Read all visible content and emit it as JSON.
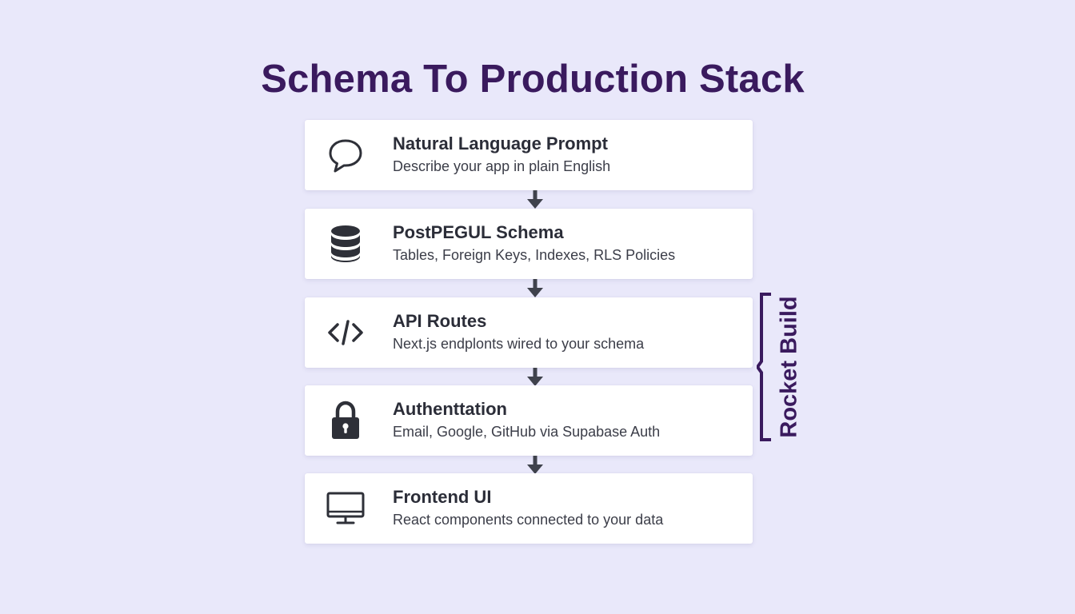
{
  "title": "Schema To Production Stack",
  "steps": [
    {
      "icon": "speech-bubble-icon",
      "title": "Natural Language Prompt",
      "description": "Describe your app in plain English"
    },
    {
      "icon": "database-icon",
      "title": "PostPEGUL Schema",
      "description": "Tables, Foreign Keys, Indexes, RLS Policies"
    },
    {
      "icon": "code-icon",
      "title": "API Routes",
      "description": "Next.js endplonts wired to your schema"
    },
    {
      "icon": "lock-icon",
      "title": "Authenttation",
      "description": "Email, Google, GitHub via Supabase Auth"
    },
    {
      "icon": "monitor-icon",
      "title": "Frontend UI",
      "description": "React components connected to your data"
    }
  ],
  "group_label": "Rocket Build",
  "colors": {
    "background": "#e9e8fa",
    "title": "#3a1a5e",
    "accent": "#3a1a5e",
    "card": "#ffffff",
    "icon": "#2e3038",
    "arrow": "#3f424c"
  }
}
